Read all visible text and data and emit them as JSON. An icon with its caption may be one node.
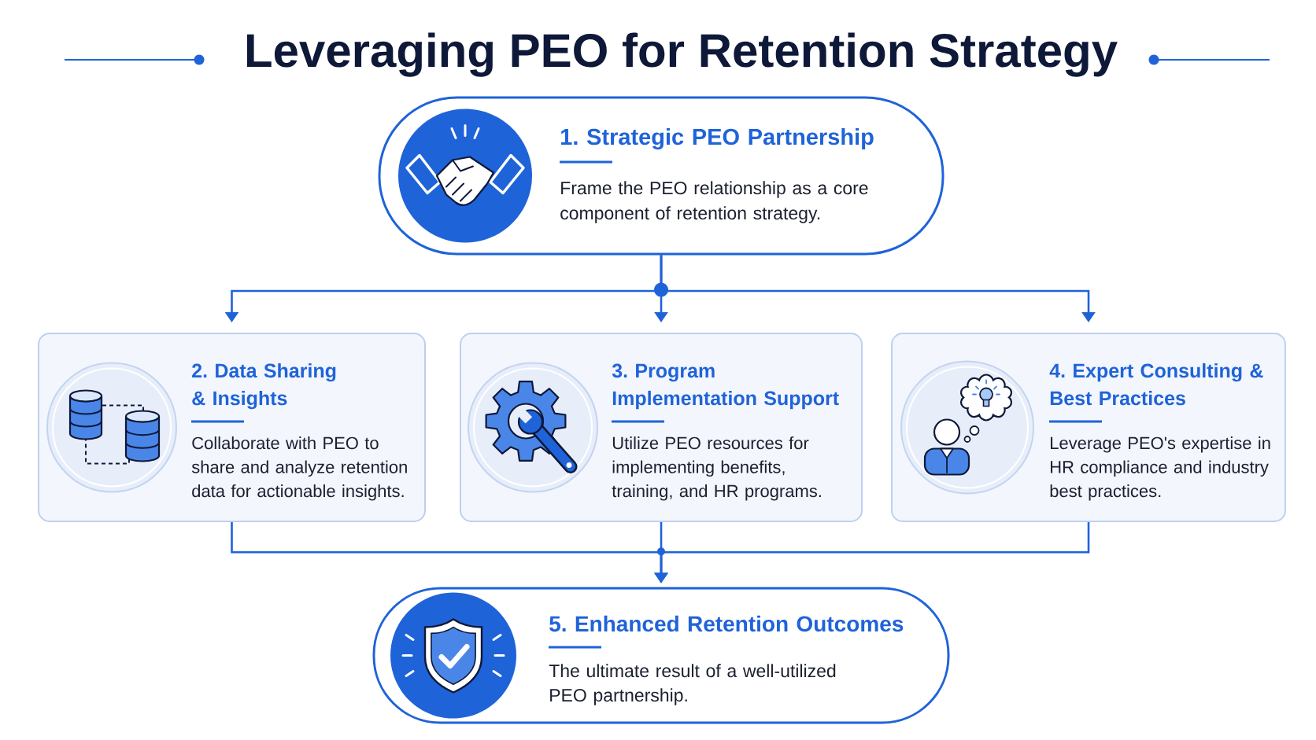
{
  "diagram": {
    "title": "Leveraging PEO for Retention Strategy",
    "nodes": [
      {
        "text": [
          "1. Strategic PEO Partnership",
          "Frame the PEO relationship as a core component of retention strategy."
        ]
      },
      {
        "text": [
          "2. Data Sharing & Insights",
          "Collaborate with PEO to share and analyze retention data for actionable insights."
        ]
      },
      {
        "text": [
          "3. Program Implementation Support",
          "Utilize PEO resources for implementing benefits, training, and HR programs."
        ]
      },
      {
        "text": [
          "4. Expert Consulting & Best Practices",
          "Leverage PEO's expertise in HR compliance and industry best practices."
        ]
      },
      {
        "text": [
          "5. Enhanced Retention Outcomes",
          "The ultimate result of a well-utilized PEO partnership."
        ]
      }
    ],
    "edges": [
      {
        "from": 0,
        "to": 1,
        "arrow": "to"
      },
      {
        "from": 0,
        "to": 2,
        "arrow": "to"
      },
      {
        "from": 0,
        "to": 3,
        "arrow": "to"
      },
      {
        "from": 1,
        "to": 4,
        "arrow": "to"
      },
      {
        "from": 2,
        "to": 4,
        "arrow": "to"
      },
      {
        "from": 3,
        "to": 4,
        "arrow": "to"
      }
    ]
  }
}
